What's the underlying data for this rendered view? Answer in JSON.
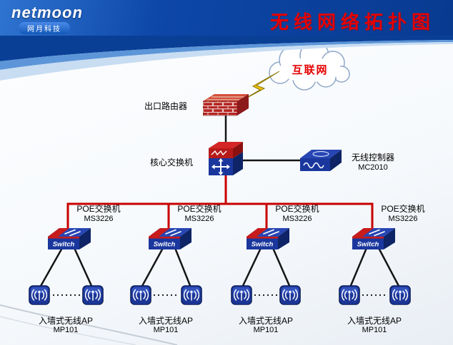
{
  "header": {
    "logo_main": "netmoon",
    "logo_sub": "网月科技",
    "title": "无线网络拓扑图"
  },
  "internet": {
    "label": "互联网"
  },
  "router": {
    "label": "出口路由器"
  },
  "core_switch": {
    "label": "核心交换机"
  },
  "controller": {
    "label": "无线控制器",
    "model": "MC2010"
  },
  "switch_face_label": "Switch",
  "groups": [
    {
      "poe_label": "POE交换机",
      "poe_model": "MS3226",
      "ap_label": "入墙式无线AP",
      "ap_model": "MP101"
    },
    {
      "poe_label": "POE交换机",
      "poe_model": "MS3226",
      "ap_label": "入墙式无线AP",
      "ap_model": "MP101"
    },
    {
      "poe_label": "POE交换机",
      "poe_model": "MS3226",
      "ap_label": "入墙式无线AP",
      "ap_model": "MP101"
    },
    {
      "poe_label": "POE交换机",
      "poe_model": "MS3226",
      "ap_label": "入墙式无线AP",
      "ap_model": "MP101"
    }
  ],
  "colors": {
    "title_red": "#e60000",
    "trunk_red": "#c80000",
    "device_blue": "#1a379e",
    "device_blue_dark": "#0e2466",
    "header_blue": "#0a3f96",
    "brick_red": "#b62424"
  }
}
